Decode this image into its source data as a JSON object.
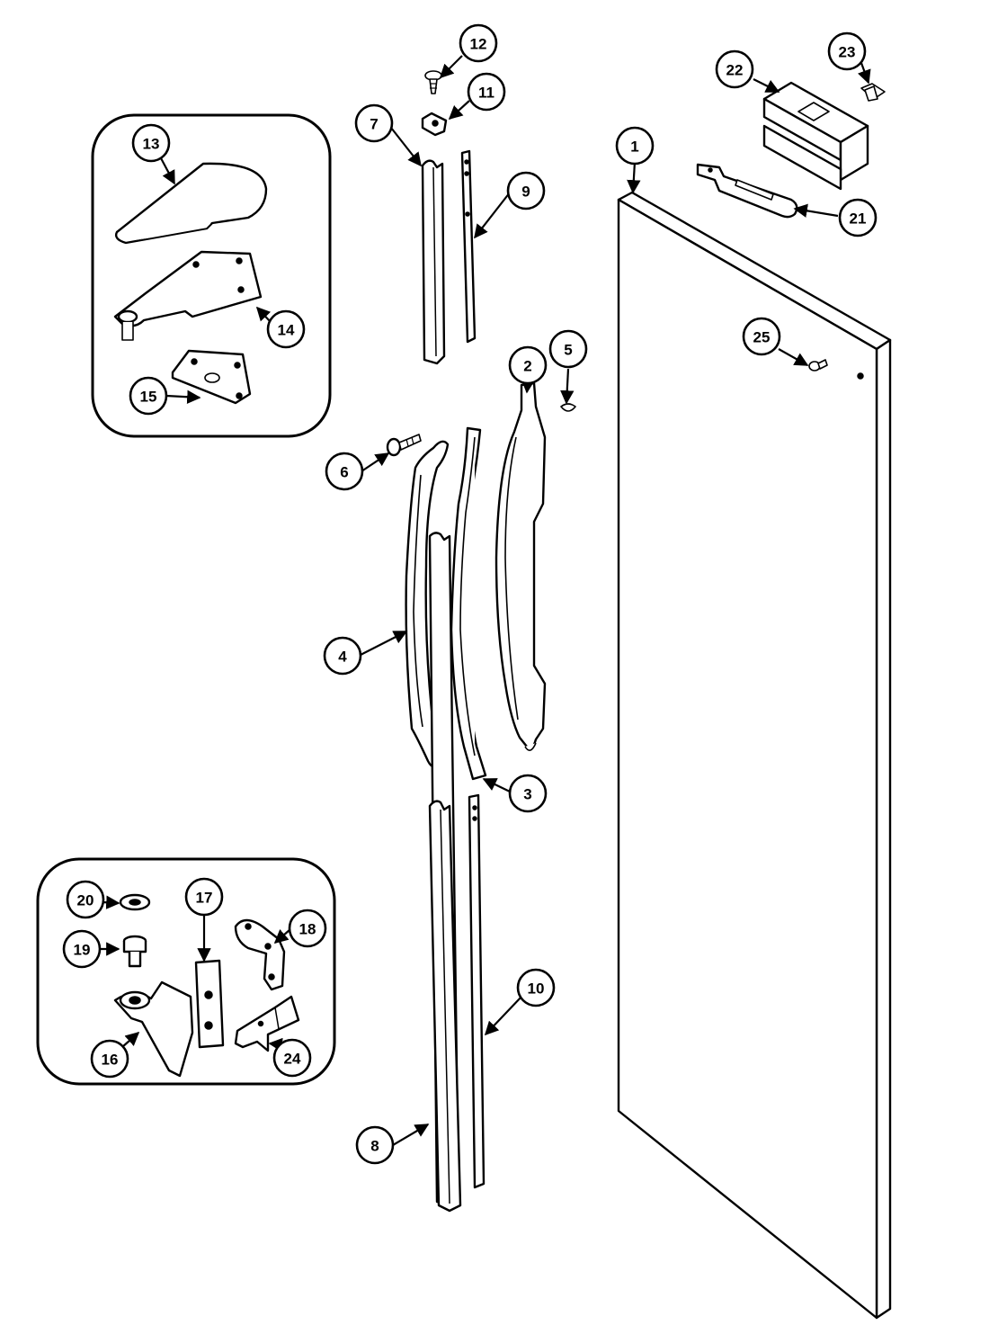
{
  "callouts": [
    {
      "id": "1",
      "label": "1"
    },
    {
      "id": "2",
      "label": "2"
    },
    {
      "id": "3",
      "label": "3"
    },
    {
      "id": "4",
      "label": "4"
    },
    {
      "id": "5",
      "label": "5"
    },
    {
      "id": "6",
      "label": "6"
    },
    {
      "id": "7",
      "label": "7"
    },
    {
      "id": "8",
      "label": "8"
    },
    {
      "id": "9",
      "label": "9"
    },
    {
      "id": "10",
      "label": "10"
    },
    {
      "id": "11",
      "label": "11"
    },
    {
      "id": "12",
      "label": "12"
    },
    {
      "id": "13",
      "label": "13"
    },
    {
      "id": "14",
      "label": "14"
    },
    {
      "id": "15",
      "label": "15"
    },
    {
      "id": "16",
      "label": "16"
    },
    {
      "id": "17",
      "label": "17"
    },
    {
      "id": "18",
      "label": "18"
    },
    {
      "id": "19",
      "label": "19"
    },
    {
      "id": "20",
      "label": "20"
    },
    {
      "id": "21",
      "label": "21"
    },
    {
      "id": "22",
      "label": "22"
    },
    {
      "id": "23",
      "label": "23"
    },
    {
      "id": "24",
      "label": "24"
    },
    {
      "id": "25",
      "label": "25"
    }
  ],
  "colors": {
    "ink": "#000000",
    "paper": "#ffffff"
  }
}
